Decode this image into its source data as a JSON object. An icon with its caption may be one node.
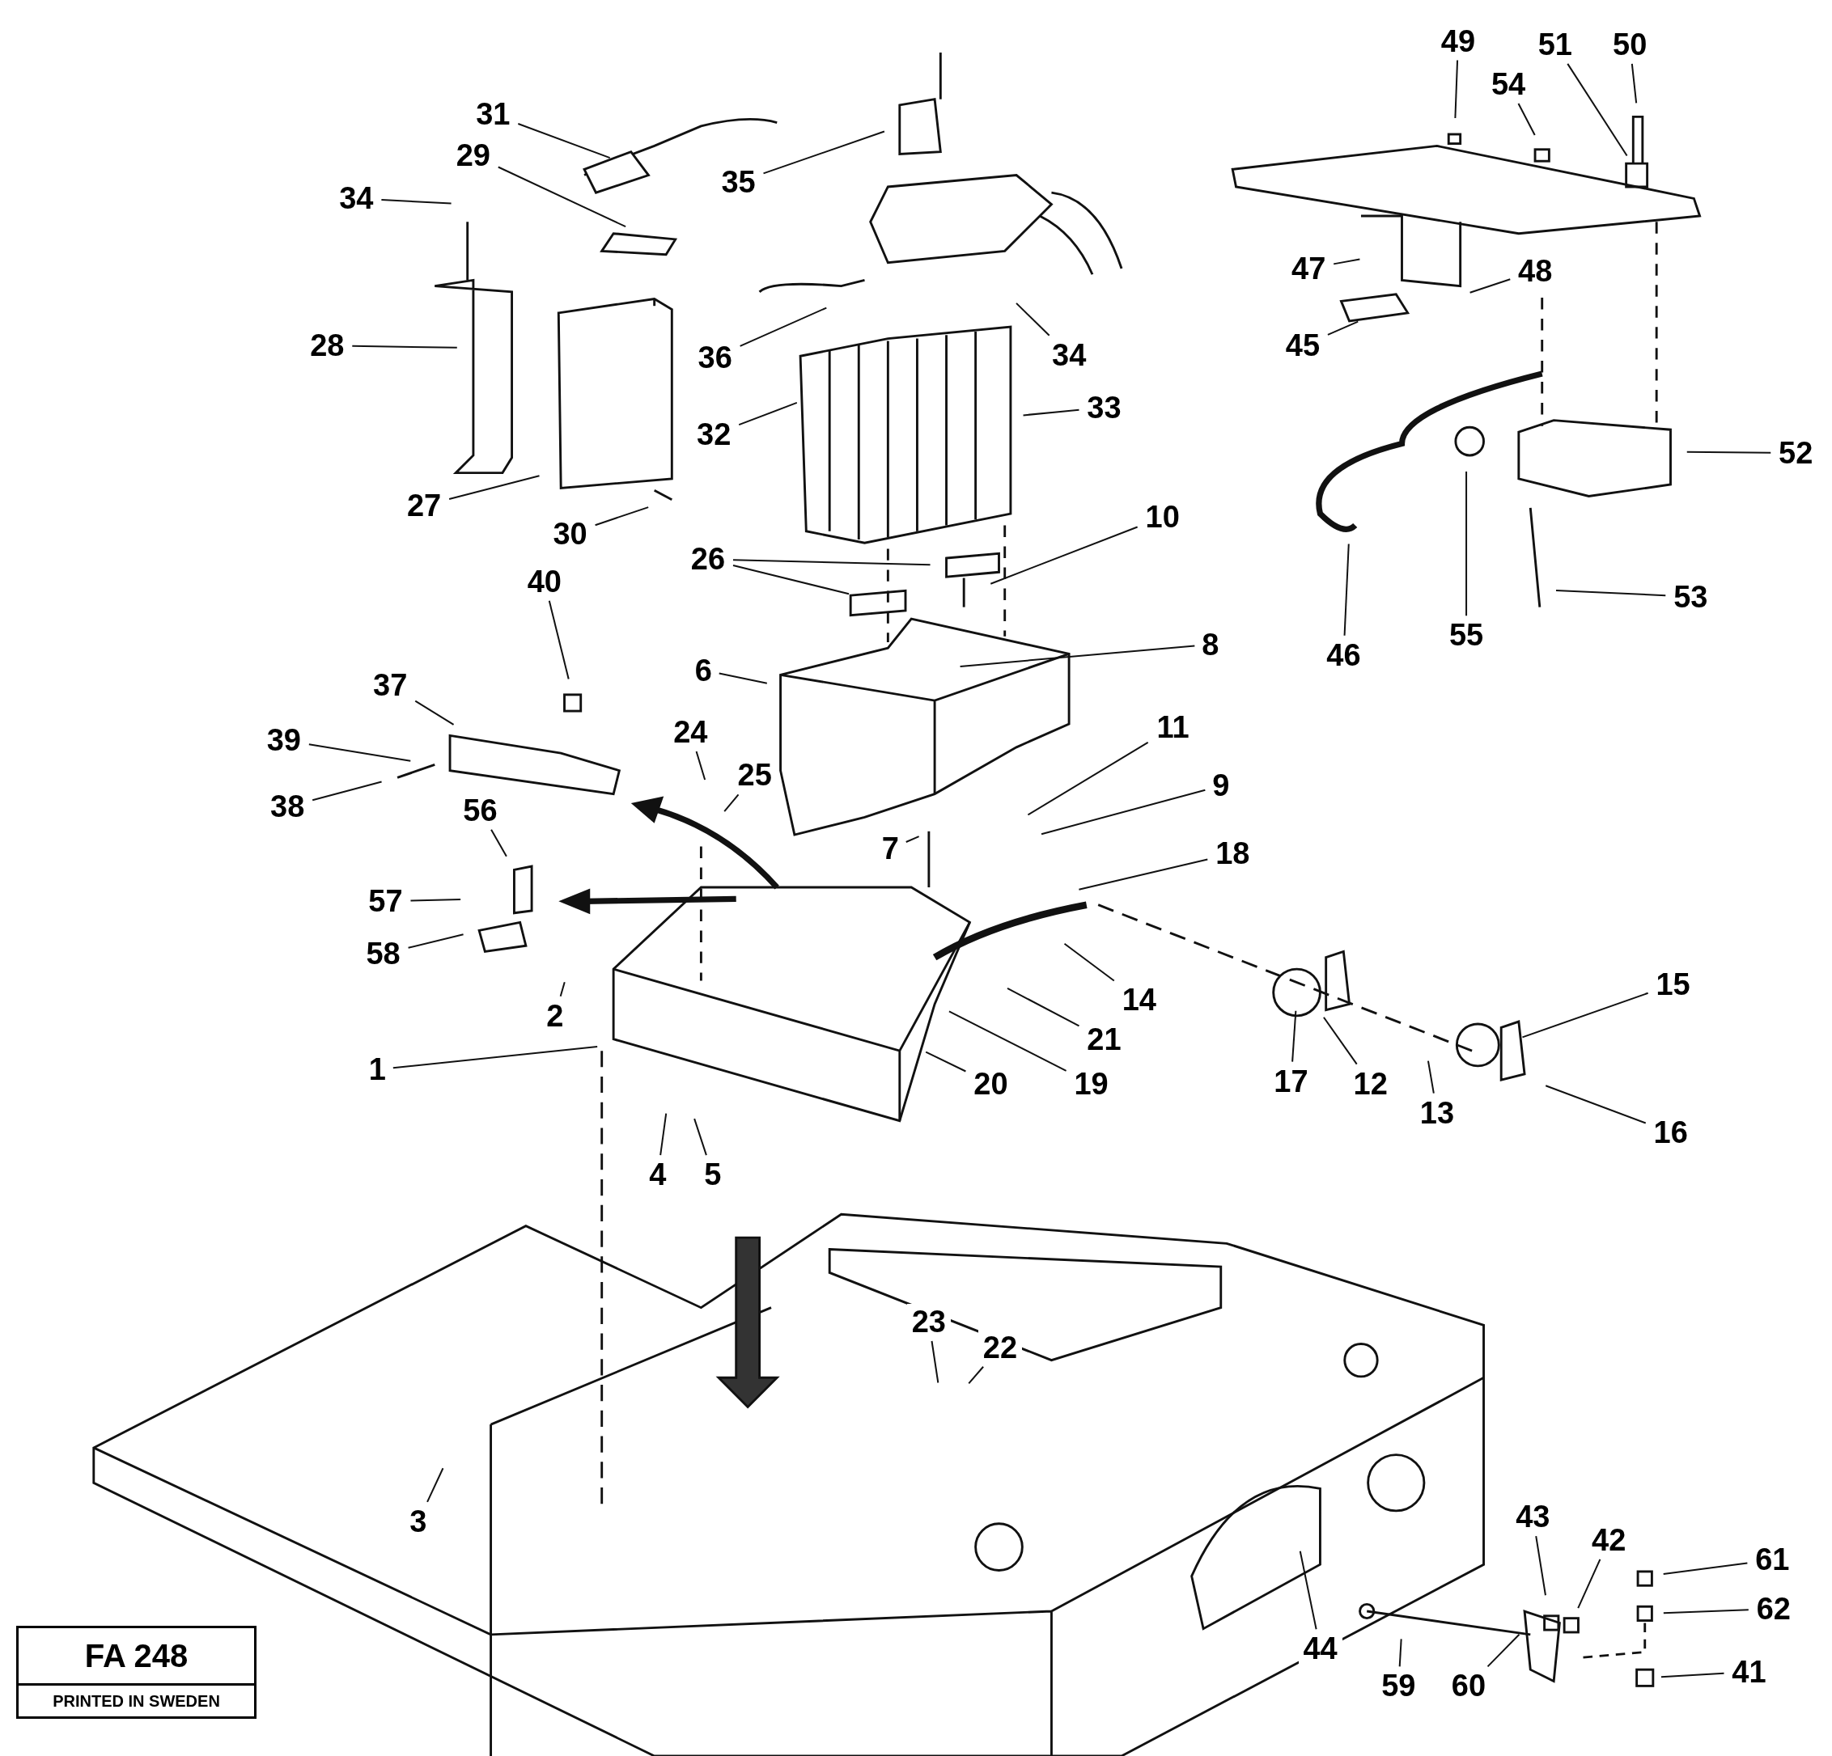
{
  "diagram": {
    "nodes": [
      {
        "text": [
          "31"
        ]
      },
      {
        "text": [
          "29"
        ]
      },
      {
        "text": [
          "34"
        ]
      },
      {
        "text": [
          "35"
        ]
      },
      {
        "text": [
          "28"
        ]
      },
      {
        "text": [
          "36"
        ]
      },
      {
        "text": [
          "34"
        ]
      },
      {
        "text": [
          "32"
        ]
      },
      {
        "text": [
          "33"
        ]
      },
      {
        "text": [
          "27"
        ]
      },
      {
        "text": [
          "30"
        ]
      },
      {
        "text": [
          "10"
        ]
      },
      {
        "text": [
          "26"
        ]
      },
      {
        "text": [
          "40"
        ]
      },
      {
        "text": [
          "8"
        ]
      },
      {
        "text": [
          "6"
        ]
      },
      {
        "text": [
          "37"
        ]
      },
      {
        "text": [
          "24"
        ]
      },
      {
        "text": [
          "25"
        ]
      },
      {
        "text": [
          "39"
        ]
      },
      {
        "text": [
          "11"
        ]
      },
      {
        "text": [
          "9"
        ]
      },
      {
        "text": [
          "38"
        ]
      },
      {
        "text": [
          "56"
        ]
      },
      {
        "text": [
          "7"
        ]
      },
      {
        "text": [
          "18"
        ]
      },
      {
        "text": [
          "57"
        ]
      },
      {
        "text": [
          "58"
        ]
      },
      {
        "text": [
          "14"
        ]
      },
      {
        "text": [
          "2"
        ]
      },
      {
        "text": [
          "21"
        ]
      },
      {
        "text": [
          "15"
        ]
      },
      {
        "text": [
          "1"
        ]
      },
      {
        "text": [
          "20"
        ]
      },
      {
        "text": [
          "19"
        ]
      },
      {
        "text": [
          "17"
        ]
      },
      {
        "text": [
          "12"
        ]
      },
      {
        "text": [
          "13"
        ]
      },
      {
        "text": [
          "16"
        ]
      },
      {
        "text": [
          "4"
        ]
      },
      {
        "text": [
          "5"
        ]
      },
      {
        "text": [
          "23"
        ]
      },
      {
        "text": [
          "22"
        ]
      },
      {
        "text": [
          "3"
        ]
      },
      {
        "text": [
          "44"
        ]
      },
      {
        "text": [
          "59"
        ]
      },
      {
        "text": [
          "60"
        ]
      },
      {
        "text": [
          "43"
        ]
      },
      {
        "text": [
          "42"
        ]
      },
      {
        "text": [
          "61"
        ]
      },
      {
        "text": [
          "62"
        ]
      },
      {
        "text": [
          "41"
        ]
      },
      {
        "text": [
          "49"
        ]
      },
      {
        "text": [
          "51"
        ]
      },
      {
        "text": [
          "50"
        ]
      },
      {
        "text": [
          "54"
        ]
      },
      {
        "text": [
          "47"
        ]
      },
      {
        "text": [
          "48"
        ]
      },
      {
        "text": [
          "45"
        ]
      },
      {
        "text": [
          "52"
        ]
      },
      {
        "text": [
          "53"
        ]
      },
      {
        "text": [
          "46"
        ]
      },
      {
        "text": [
          "55"
        ]
      }
    ],
    "edges": [
      {
        "from": 0,
        "to": null,
        "arrow": "none"
      },
      {
        "from": 1,
        "to": null,
        "arrow": "none"
      },
      {
        "from": 2,
        "to": null,
        "arrow": "none"
      },
      {
        "from": 3,
        "to": null,
        "arrow": "none"
      },
      {
        "from": 4,
        "to": null,
        "arrow": "none"
      },
      {
        "from": 5,
        "to": null,
        "arrow": "none"
      },
      {
        "from": 6,
        "to": null,
        "arrow": "none"
      },
      {
        "from": 7,
        "to": null,
        "arrow": "none"
      },
      {
        "from": 8,
        "to": null,
        "arrow": "none"
      },
      {
        "from": 9,
        "to": null,
        "arrow": "none"
      },
      {
        "from": 10,
        "to": null,
        "arrow": "none"
      },
      {
        "from": 11,
        "to": null,
        "arrow": "none"
      },
      {
        "from": 12,
        "to": null,
        "arrow": "none"
      },
      {
        "from": 12,
        "to": null,
        "arrow": "none"
      },
      {
        "from": 13,
        "to": null,
        "arrow": "none"
      },
      {
        "from": 14,
        "to": null,
        "arrow": "none"
      },
      {
        "from": 15,
        "to": null,
        "arrow": "none"
      },
      {
        "from": 16,
        "to": null,
        "arrow": "none"
      },
      {
        "from": 17,
        "to": null,
        "arrow": "none"
      },
      {
        "from": 18,
        "to": null,
        "arrow": "none"
      },
      {
        "from": 19,
        "to": null,
        "arrow": "none"
      },
      {
        "from": 20,
        "to": null,
        "arrow": "none"
      },
      {
        "from": 21,
        "to": null,
        "arrow": "none"
      },
      {
        "from": 22,
        "to": null,
        "arrow": "none"
      },
      {
        "from": 23,
        "to": null,
        "arrow": "none"
      },
      {
        "from": 24,
        "to": null,
        "arrow": "none"
      },
      {
        "from": 25,
        "to": null,
        "arrow": "none"
      },
      {
        "from": 26,
        "to": null,
        "arrow": "none"
      },
      {
        "from": 27,
        "to": null,
        "arrow": "none"
      },
      {
        "from": 28,
        "to": null,
        "arrow": "none"
      },
      {
        "from": 29,
        "to": null,
        "arrow": "none"
      },
      {
        "from": 30,
        "to": null,
        "arrow": "none"
      },
      {
        "from": 31,
        "to": null,
        "arrow": "none"
      },
      {
        "from": 32,
        "to": null,
        "arrow": "none"
      },
      {
        "from": 33,
        "to": null,
        "arrow": "none"
      },
      {
        "from": 34,
        "to": null,
        "arrow": "none"
      },
      {
        "from": 35,
        "to": null,
        "arrow": "none"
      },
      {
        "from": 36,
        "to": null,
        "arrow": "none"
      },
      {
        "from": 37,
        "to": null,
        "arrow": "none"
      },
      {
        "from": 38,
        "to": null,
        "arrow": "none"
      },
      {
        "from": 39,
        "to": null,
        "arrow": "none"
      },
      {
        "from": 40,
        "to": null,
        "arrow": "none"
      },
      {
        "from": 41,
        "to": null,
        "arrow": "none"
      },
      {
        "from": 42,
        "to": null,
        "arrow": "none"
      },
      {
        "from": 43,
        "to": null,
        "arrow": "none"
      },
      {
        "from": 44,
        "to": null,
        "arrow": "none"
      },
      {
        "from": 45,
        "to": null,
        "arrow": "none"
      },
      {
        "from": 46,
        "to": null,
        "arrow": "none"
      },
      {
        "from": 47,
        "to": null,
        "arrow": "none"
      },
      {
        "from": 48,
        "to": null,
        "arrow": "none"
      },
      {
        "from": 49,
        "to": null,
        "arrow": "none"
      },
      {
        "from": 50,
        "to": null,
        "arrow": "none"
      },
      {
        "from": 51,
        "to": null,
        "arrow": "none"
      },
      {
        "from": 52,
        "to": null,
        "arrow": "none"
      },
      {
        "from": 53,
        "to": null,
        "arrow": "none"
      },
      {
        "from": 54,
        "to": null,
        "arrow": "none"
      },
      {
        "from": 55,
        "to": null,
        "arrow": "none"
      },
      {
        "from": 56,
        "to": null,
        "arrow": "none"
      },
      {
        "from": 57,
        "to": null,
        "arrow": "none"
      },
      {
        "from": 58,
        "to": null,
        "arrow": "none"
      },
      {
        "from": 59,
        "to": null,
        "arrow": "none"
      },
      {
        "from": 60,
        "to": null,
        "arrow": "none"
      },
      {
        "from": 61,
        "to": null,
        "arrow": "none"
      },
      {
        "from": 62,
        "to": null,
        "arrow": "none"
      }
    ],
    "labels": [
      "FA 248",
      "PRINTED IN SWEDEN"
    ]
  }
}
